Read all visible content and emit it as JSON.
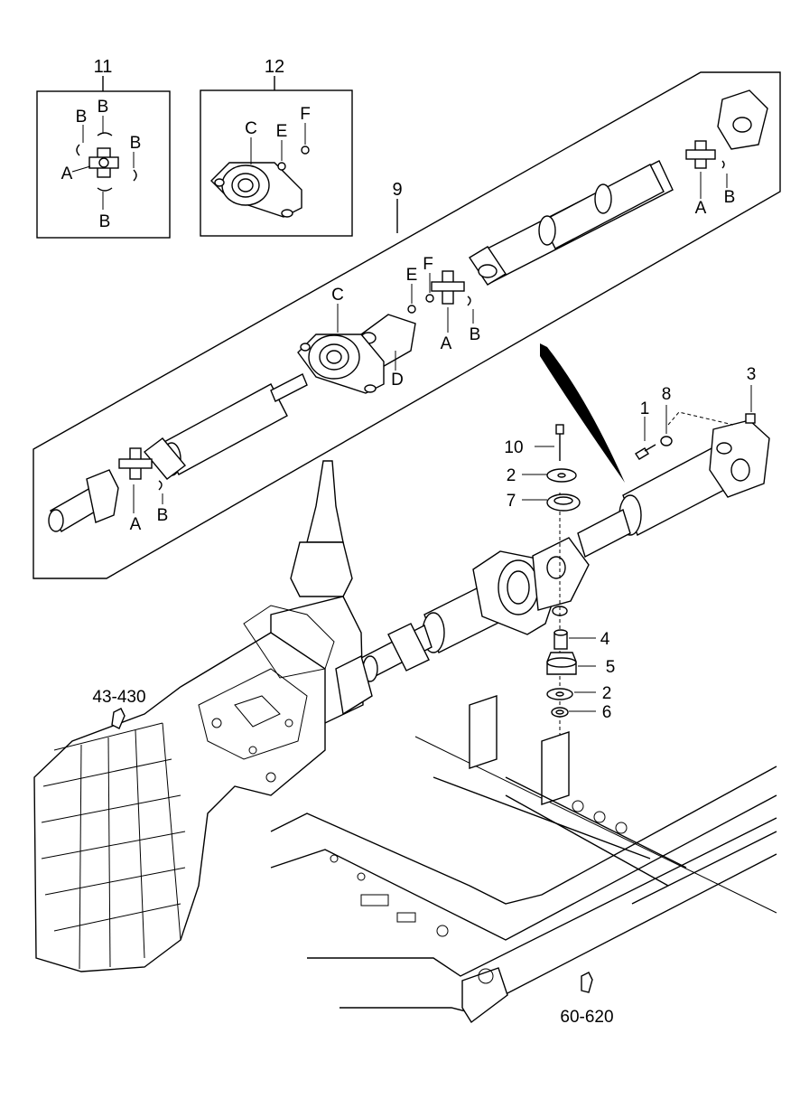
{
  "callouts": {
    "box11": {
      "number": "11",
      "letters": [
        "B",
        "B",
        "B",
        "A",
        "B"
      ]
    },
    "box12": {
      "number": "12",
      "letters": [
        "C",
        "E",
        "F"
      ]
    },
    "box9": {
      "number": "9",
      "letters": [
        "C",
        "E",
        "F",
        "D",
        "A",
        "B",
        "A",
        "B",
        "A",
        "B"
      ]
    },
    "parts": [
      "1",
      "8",
      "3",
      "10",
      "2",
      "7",
      "4",
      "5",
      "2",
      "6"
    ],
    "refs": [
      "43-430",
      "60-620"
    ]
  }
}
